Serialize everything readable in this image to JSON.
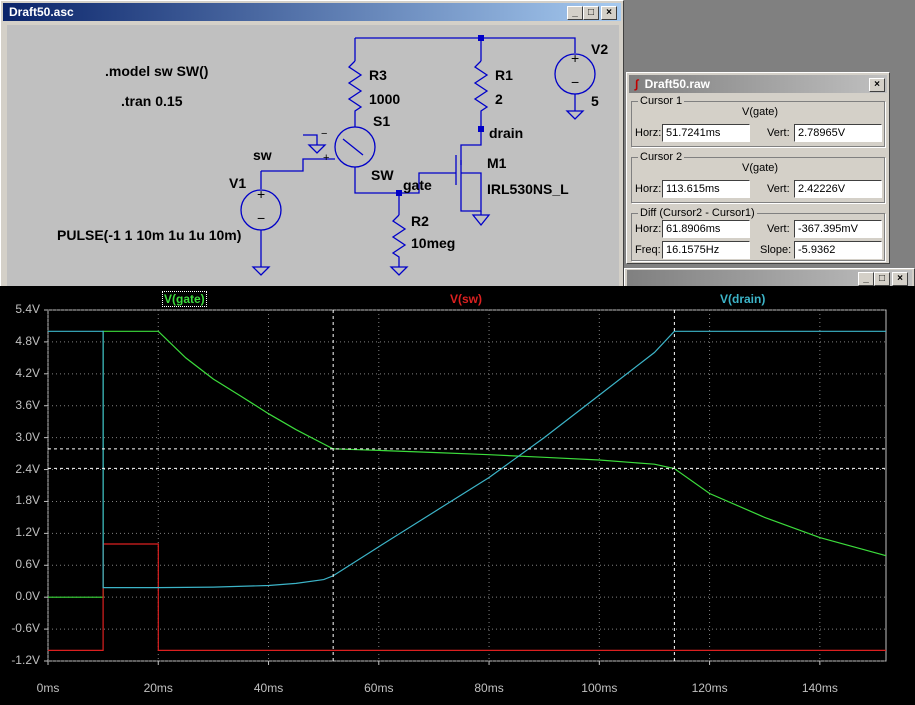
{
  "schematic_window": {
    "title": "Draft50.asc",
    "buttons": {
      "minimize": "_",
      "maximize": "□",
      "close": "×"
    },
    "labels": {
      "model": ".model sw SW()",
      "tran": ".tran 0.15",
      "r3": "R3",
      "r3_val": "1000",
      "r1": "R1",
      "r1_val": "2",
      "s1": "S1",
      "sw_name": "SW",
      "v2": "V2",
      "v2_val": "5",
      "drain": "drain",
      "m1": "M1",
      "m1_part": "IRL530NS_L",
      "gate": "gate",
      "sw_node": "sw",
      "v1": "V1",
      "pulse": "PULSE(-1 1 10m 1u 1u 10m)",
      "r2": "R2",
      "r2_val": "10meg"
    }
  },
  "raw_window": {
    "title": "Draft50.raw",
    "close": "×",
    "cursor1": {
      "group": "Cursor 1",
      "trace": "V(gate)",
      "horz_label": "Horz:",
      "horz": "51.7241ms",
      "vert_label": "Vert:",
      "vert": "2.78965V"
    },
    "cursor2": {
      "group": "Cursor 2",
      "trace": "V(gate)",
      "horz_label": "Horz:",
      "horz": "113.615ms",
      "vert_label": "Vert:",
      "vert": "2.42226V"
    },
    "diff": {
      "group": "Diff (Cursor2 - Cursor1)",
      "horz_label": "Horz:",
      "horz": "61.8906ms",
      "vert_label": "Vert:",
      "vert": "-367.395mV",
      "freq_label": "Freq:",
      "freq": "16.1575Hz",
      "slope_label": "Slope:",
      "slope": "-5.9362"
    }
  },
  "plot_window": {
    "buttons": {
      "minimize": "_",
      "maximize": "□",
      "close": "×"
    },
    "colors": {
      "gate": "#3cdc3c",
      "sw": "#dc2020",
      "drain": "#3cb4c8",
      "grid": "#808080",
      "axis": "#c0c0c0",
      "cursor": "#ffffff"
    }
  },
  "chart_data": {
    "type": "line",
    "xlabel": "",
    "ylabel": "",
    "xlim": [
      0,
      152
    ],
    "ylim": [
      -1.2,
      5.4
    ],
    "x_ticks": [
      "0ms",
      "20ms",
      "40ms",
      "60ms",
      "80ms",
      "100ms",
      "120ms",
      "140ms"
    ],
    "x_tick_values": [
      0,
      20,
      40,
      60,
      80,
      100,
      120,
      140
    ],
    "y_ticks": [
      "5.4V",
      "4.8V",
      "4.2V",
      "3.6V",
      "3.0V",
      "2.4V",
      "1.8V",
      "1.2V",
      "0.6V",
      "0.0V",
      "-0.6V",
      "-1.2V"
    ],
    "y_tick_values": [
      5.4,
      4.8,
      4.2,
      3.6,
      3.0,
      2.4,
      1.8,
      1.2,
      0.6,
      0.0,
      -0.6,
      -1.2
    ],
    "cursors": {
      "x": [
        51.7241,
        113.615
      ],
      "y": [
        2.78965,
        2.42226
      ]
    },
    "series": [
      {
        "name": "V(gate)",
        "x": [
          0,
          10,
          10.001,
          20,
          25,
          30,
          35,
          40,
          45,
          50,
          51.7,
          60,
          70,
          80,
          90,
          100,
          110,
          113.6,
          120,
          130,
          140,
          152
        ],
        "y": [
          0,
          0,
          5.0,
          5.0,
          4.5,
          4.1,
          3.78,
          3.45,
          3.15,
          2.88,
          2.79,
          2.76,
          2.72,
          2.68,
          2.63,
          2.58,
          2.5,
          2.42,
          1.95,
          1.5,
          1.12,
          0.78
        ]
      },
      {
        "name": "V(sw)",
        "x": [
          0,
          10,
          10.001,
          20,
          20.001,
          152
        ],
        "y": [
          -1.0,
          -1.0,
          1.0,
          1.0,
          -1.0,
          -1.0
        ]
      },
      {
        "name": "V(drain)",
        "x": [
          0,
          10,
          10.001,
          20,
          30,
          40,
          45,
          50,
          51.7,
          60,
          70,
          80,
          90,
          100,
          110,
          113.6,
          120,
          152
        ],
        "y": [
          5.0,
          5.0,
          0.18,
          0.18,
          0.19,
          0.22,
          0.26,
          0.33,
          0.4,
          0.95,
          1.6,
          2.25,
          3.0,
          3.8,
          4.6,
          5.0,
          5.0,
          5.0
        ]
      }
    ]
  }
}
